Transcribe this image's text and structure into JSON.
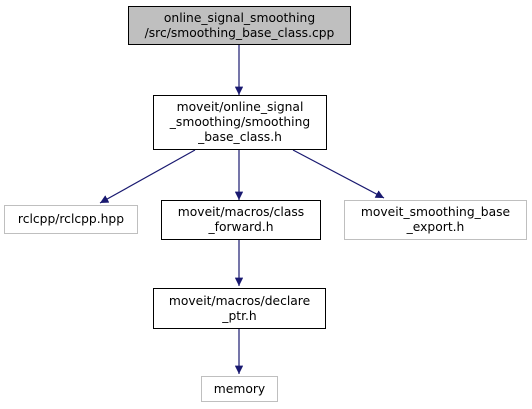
{
  "diagram": {
    "edge_color": "#191970",
    "nodes": [
      {
        "id": "root",
        "kind": "root",
        "lines": [
          "online_signal_smoothing",
          "/src/smoothing_base_class.cpp"
        ]
      },
      {
        "id": "base_header",
        "kind": "header",
        "lines": [
          "moveit/online_signal",
          "_smoothing/smoothing",
          "_base_class.h"
        ]
      },
      {
        "id": "rclcpp",
        "kind": "external",
        "lines": [
          "rclcpp/rclcpp.hpp"
        ]
      },
      {
        "id": "class_forward",
        "kind": "header",
        "lines": [
          "moveit/macros/class",
          "_forward.h"
        ]
      },
      {
        "id": "export",
        "kind": "external",
        "lines": [
          "moveit_smoothing_base",
          "_export.h"
        ]
      },
      {
        "id": "declare_ptr",
        "kind": "header",
        "lines": [
          "moveit/macros/declare",
          "_ptr.h"
        ]
      },
      {
        "id": "memory",
        "kind": "external",
        "lines": [
          "memory"
        ]
      }
    ],
    "edges": [
      {
        "from": "root",
        "to": "base_header"
      },
      {
        "from": "base_header",
        "to": "rclcpp"
      },
      {
        "from": "base_header",
        "to": "class_forward"
      },
      {
        "from": "base_header",
        "to": "export"
      },
      {
        "from": "class_forward",
        "to": "declare_ptr"
      },
      {
        "from": "declare_ptr",
        "to": "memory"
      }
    ]
  }
}
